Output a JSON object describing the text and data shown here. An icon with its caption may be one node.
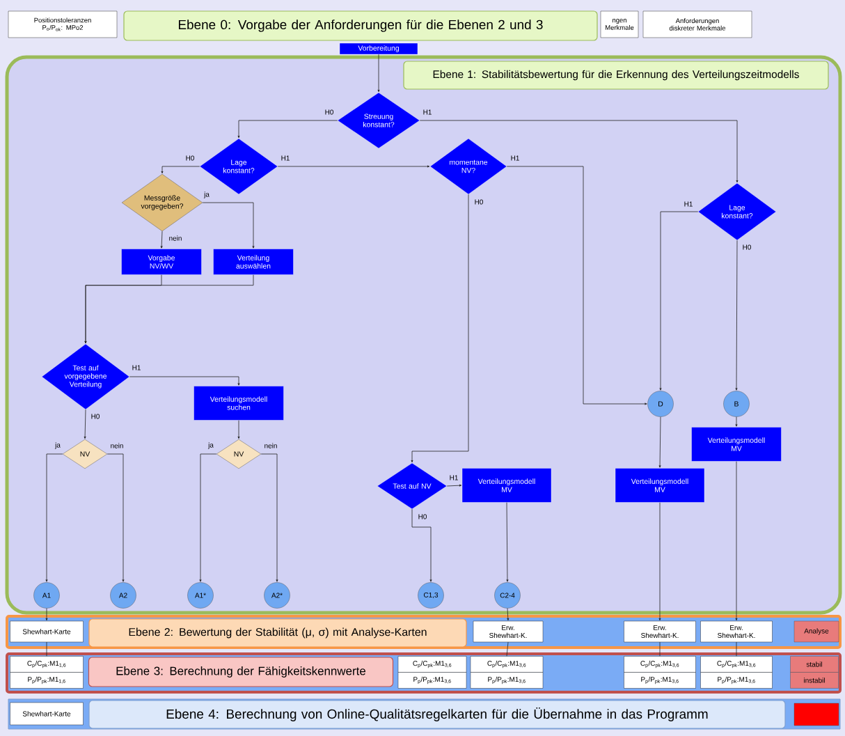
{
  "diagram": {
    "nodes": [
      {
        "text": [
          "Positionstoleranzen P$_{o}$/P$_{ok}$: MPo2"
        ]
      },
      {
        "text": [
          "Ebene 0: Vorgabe der Anforderungen für die Ebenen 2 und 3"
        ]
      },
      {
        "text": [
          "ngen Merkmale"
        ]
      },
      {
        "text": [
          "Anforderungen diskreter Merkmale"
        ]
      },
      {
        "text": [
          "Vorbereitung"
        ]
      },
      {
        "text": [
          "Ebene 1: Stabilitätsbewertung für die Erkennung des Verteilungszeitmodells"
        ]
      },
      {
        "text": [
          "Streuung konstant?"
        ]
      },
      {
        "text": [
          "Lage konstant?"
        ]
      },
      {
        "text": [
          "momentane NV?"
        ]
      },
      {
        "text": [
          "Messgröße vorgegeben?"
        ]
      },
      {
        "text": [
          "Lage konstant?"
        ]
      },
      {
        "text": [
          "Vorgabe NV/WV"
        ]
      },
      {
        "text": [
          "Verteilung auswählen"
        ]
      },
      {
        "text": [
          "Test auf vorgegebene Verteilung"
        ]
      },
      {
        "text": [
          "Verteilungsmodell suchen"
        ]
      },
      {
        "text": [
          "D"
        ]
      },
      {
        "text": [
          "B"
        ]
      },
      {
        "text": [
          "Verteilungsmodell MV"
        ]
      },
      {
        "text": [
          "NV"
        ]
      },
      {
        "text": [
          "NV"
        ]
      },
      {
        "text": [
          "Test auf NV"
        ]
      },
      {
        "text": [
          "Verteilungsmodell MV"
        ]
      },
      {
        "text": [
          "Verteilungsmodell MV"
        ]
      },
      {
        "text": [
          "A1"
        ]
      },
      {
        "text": [
          "A2"
        ]
      },
      {
        "text": [
          "A1*"
        ]
      },
      {
        "text": [
          "A2*"
        ]
      },
      {
        "text": [
          "C1,3"
        ]
      },
      {
        "text": [
          "C2-4"
        ]
      },
      {
        "text": [
          "Shewhart-Karte"
        ]
      },
      {
        "text": [
          "Ebene 2: Bewertung der Stabilität (μ, σ) mit Analyse-Karten"
        ]
      },
      {
        "text": [
          "Erw. Shewhart-K."
        ]
      },
      {
        "text": [
          "Erw. Shewhart-K."
        ]
      },
      {
        "text": [
          "Erw. Shewhart-K."
        ]
      },
      {
        "text": [
          "Analyse"
        ]
      },
      {
        "text": [
          "C$_{p}$/C$_{pk}$:M1$_{1,6}$"
        ]
      },
      {
        "text": [
          "P$_{p}$/P$_{pk}$:M1$_{1,6}$"
        ]
      },
      {
        "text": [
          "Ebene 3: Berechnung der Fähigkeitskennwerte"
        ]
      },
      {
        "text": [
          "C$_{p}$/C$_{pk}$:M1$_{3,6}$"
        ]
      },
      {
        "text": [
          "P$_{p}$/P$_{pk}$:M1$_{3,6}$"
        ]
      },
      {
        "text": [
          "C$_{p}$/C$_{pk}$:M1$_{3,6}$"
        ]
      },
      {
        "text": [
          "P$_{p}$/P$_{pk}$:M1$_{3,6}$"
        ]
      },
      {
        "text": [
          "C$_{p}$/C$_{pk}$:M1$_{3,6}$"
        ]
      },
      {
        "text": [
          "P$_{p}$/P$_{pk}$:M1$_{3,6}$"
        ]
      },
      {
        "text": [
          "C$_{p}$/C$_{pk}$:M1$_{3,6}$"
        ]
      },
      {
        "text": [
          "P$_{p}$/P$_{pk}$:M1$_{3,6}$"
        ]
      },
      {
        "text": [
          "stabil"
        ]
      },
      {
        "text": [
          "instabil"
        ]
      },
      {
        "text": [
          "Shewhart-Karte"
        ]
      },
      {
        "text": [
          "Ebene 4: Berechnung von Online-Qualitätsregelkarten für die Übernahme in das Programm"
        ]
      },
      {
        "text": [],
        "shape": "box"
      }
    ],
    "edges": [
      {
        "from": 4,
        "to": 6,
        "arrow": "to"
      },
      {
        "from": 6,
        "to": 7,
        "arrow": "to",
        "label": "H0"
      },
      {
        "from": 6,
        "to": 10,
        "arrow": "to",
        "label": "H1"
      },
      {
        "from": 7,
        "to": 9,
        "arrow": "to",
        "label": "H0"
      },
      {
        "from": 7,
        "to": 8,
        "arrow": "to",
        "label": "H1"
      },
      {
        "from": 9,
        "to": 12,
        "arrow": "to",
        "label": "ja"
      },
      {
        "from": 9,
        "to": 11,
        "arrow": "to",
        "label": "nein"
      },
      {
        "from": 11,
        "to": 13,
        "arrow": "to"
      },
      {
        "from": 12,
        "to": 13,
        "arrow": "to"
      },
      {
        "from": 13,
        "to": 14,
        "arrow": "to",
        "label": "H1"
      },
      {
        "from": 13,
        "to": 18,
        "arrow": "to",
        "label": "H0"
      },
      {
        "from": 14,
        "to": 19,
        "arrow": "to"
      },
      {
        "from": 8,
        "to": 20,
        "arrow": "to",
        "label": "H0"
      },
      {
        "from": 8,
        "to": 15,
        "arrow": "to",
        "label": "H1"
      },
      {
        "from": 10,
        "to": 15,
        "arrow": "to",
        "label": "H1"
      },
      {
        "from": 10,
        "to": 16,
        "arrow": "to",
        "label": "H0"
      },
      {
        "from": 16,
        "to": 17,
        "arrow": "to"
      },
      {
        "from": 15,
        "to": 22,
        "arrow": "to"
      },
      {
        "from": 18,
        "to": 23,
        "arrow": "to",
        "label": "ja"
      },
      {
        "from": 18,
        "to": 24,
        "arrow": "to",
        "label": "nein"
      },
      {
        "from": 19,
        "to": 25,
        "arrow": "to",
        "label": "ja"
      },
      {
        "from": 19,
        "to": 26,
        "arrow": "to",
        "label": "nein"
      },
      {
        "from": 20,
        "to": 21,
        "arrow": "to",
        "label": "H1"
      },
      {
        "from": 20,
        "to": 27,
        "arrow": "to",
        "label": "H0"
      },
      {
        "from": 21,
        "to": 28,
        "arrow": "to"
      },
      {
        "from": 22,
        "to": 32,
        "arrow": "to"
      },
      {
        "from": 17,
        "to": 33,
        "arrow": "to"
      },
      {
        "from": 23,
        "to": 29,
        "arrow": "to"
      },
      {
        "from": 28,
        "to": 31,
        "arrow": "to"
      },
      {
        "from": 29,
        "to": 35,
        "arrow": "none"
      },
      {
        "from": 31,
        "to": 40,
        "arrow": "none"
      },
      {
        "from": 32,
        "to": 42,
        "arrow": "none"
      },
      {
        "from": 33,
        "to": 44,
        "arrow": "none"
      }
    ]
  }
}
